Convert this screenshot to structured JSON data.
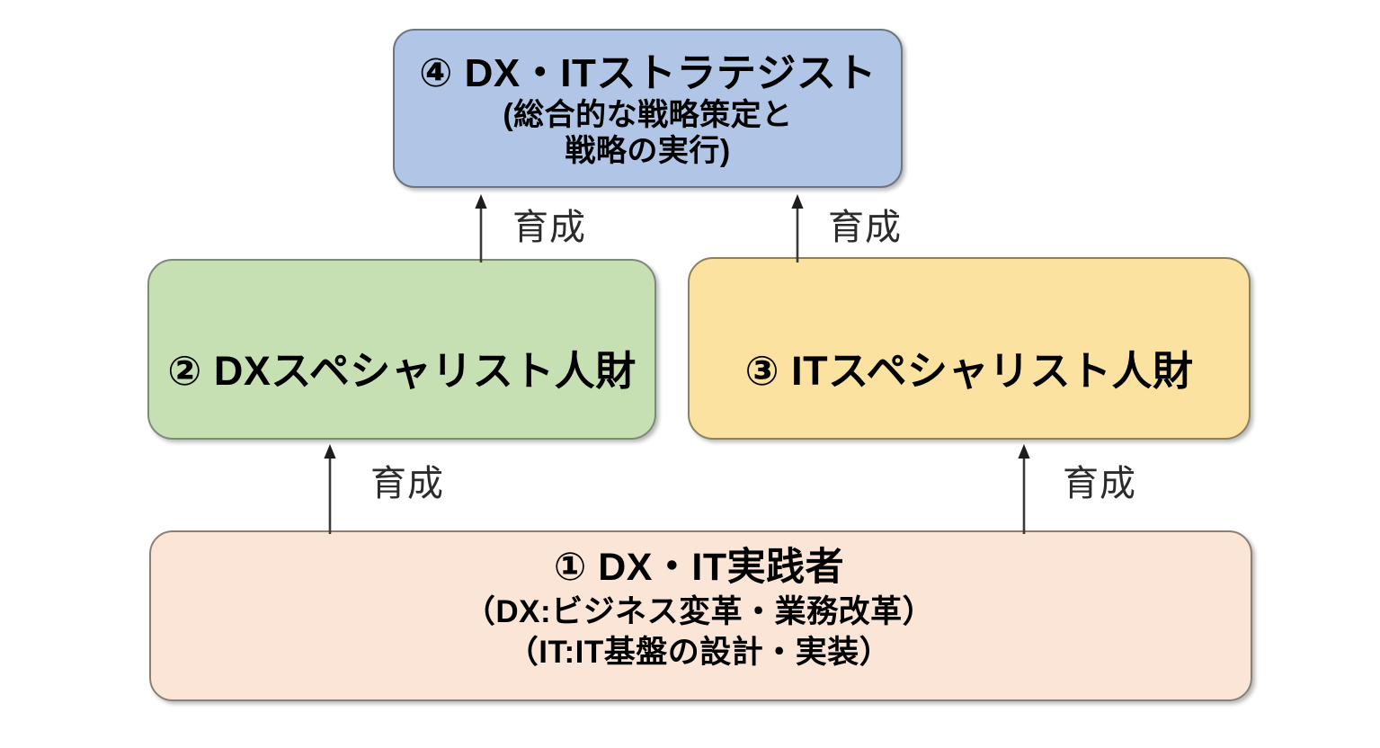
{
  "diagram": {
    "title_visible": false,
    "background_color": "#ffffff",
    "nodes": [
      {
        "id": "practitioner",
        "marker": "①",
        "heading": "① DX・IT実践者",
        "sub1": "（DX:ビジネス変革・業務改革）",
        "sub2": "（IT:IT基盤の設計・実装）",
        "fill_color": "#fae5d7",
        "border_color": "#8a8078"
      },
      {
        "id": "dx-specialist",
        "marker": "②",
        "heading": "② DXスペシャリスト人財",
        "fill_color": "#c6e0b4",
        "border_color": "#7d8a79"
      },
      {
        "id": "it-specialist",
        "marker": "③",
        "heading": "③ ITスペシャリスト人財",
        "fill_color": "#fbe2a0",
        "border_color": "#8a8162"
      },
      {
        "id": "strategist",
        "marker": "④",
        "heading": "④ DX・ITストラテジスト",
        "sub1": "(総合的な戦略策定と",
        "sub2": "戦略の実行)",
        "fill_color": "#b1c5e7",
        "border_color": "#6f7680"
      }
    ],
    "edges": [
      {
        "id": "edge-dx-to-strategist",
        "label": "育成",
        "from": "dx-specialist",
        "to": "strategist",
        "direction": "up"
      },
      {
        "id": "edge-it-to-strategist",
        "label": "育成",
        "from": "it-specialist",
        "to": "strategist",
        "direction": "up"
      },
      {
        "id": "edge-practitioner-to-dx",
        "label": "育成",
        "from": "practitioner",
        "to": "dx-specialist",
        "direction": "up"
      },
      {
        "id": "edge-practitioner-to-it",
        "label": "育成",
        "from": "practitioner",
        "to": "it-specialist",
        "direction": "up"
      }
    ]
  }
}
